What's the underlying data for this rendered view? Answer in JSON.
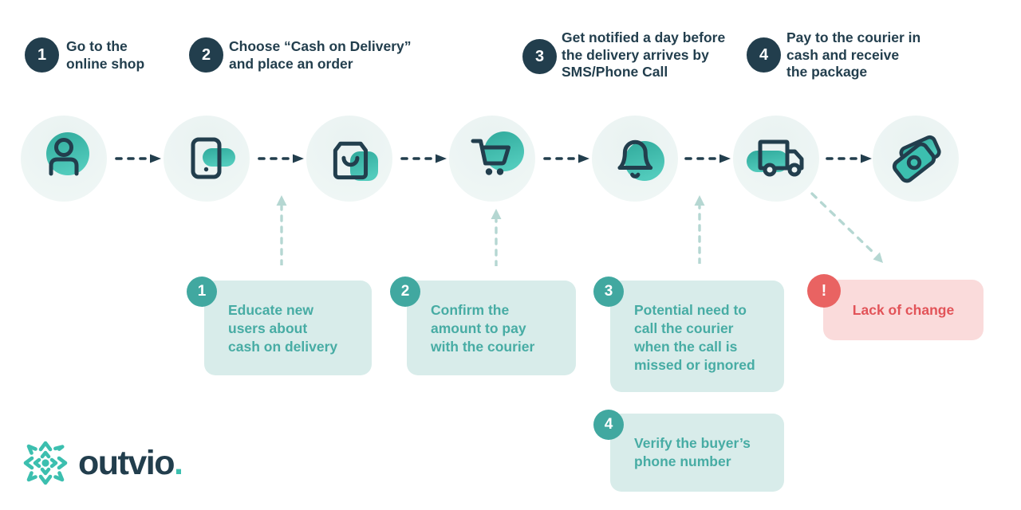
{
  "colors": {
    "navy": "#223E4D",
    "teal": "#3CBFAF",
    "callout_bg": "#D8ECEA",
    "callout_text": "#47ACA4",
    "badge_teal": "#41A8A0",
    "warning_red": "#E96362",
    "warning_bg": "#FADBDB",
    "light_arrow": "#B5D7D2"
  },
  "steps": [
    {
      "number": "1",
      "text": "Go to the\nonline shop"
    },
    {
      "number": "2",
      "text": "Choose “Cash on Delivery”\nand place an order"
    },
    {
      "number": "3",
      "text": "Get notified a day before\nthe delivery arrives by\nSMS/Phone Call"
    },
    {
      "number": "4",
      "text": "Pay to the courier in\ncash and receive\nthe package"
    }
  ],
  "flow": {
    "icons": [
      "user",
      "smartphone",
      "shopping-bag",
      "shopping-cart",
      "bell",
      "truck",
      "cash"
    ]
  },
  "callouts": [
    {
      "number": "1",
      "text": "Educate new\nusers about\ncash on delivery"
    },
    {
      "number": "2",
      "text": "Confirm the\namount to pay\nwith the courier"
    },
    {
      "number": "3",
      "text": "Potential need to\ncall the courier\nwhen the call is\nmissed or ignored"
    },
    {
      "number": "4",
      "text": "Verify the buyer’s\nphone number"
    }
  ],
  "warning": {
    "badge": "!",
    "text": "Lack of change"
  },
  "logo": {
    "text": "outvio",
    "dot": "."
  }
}
